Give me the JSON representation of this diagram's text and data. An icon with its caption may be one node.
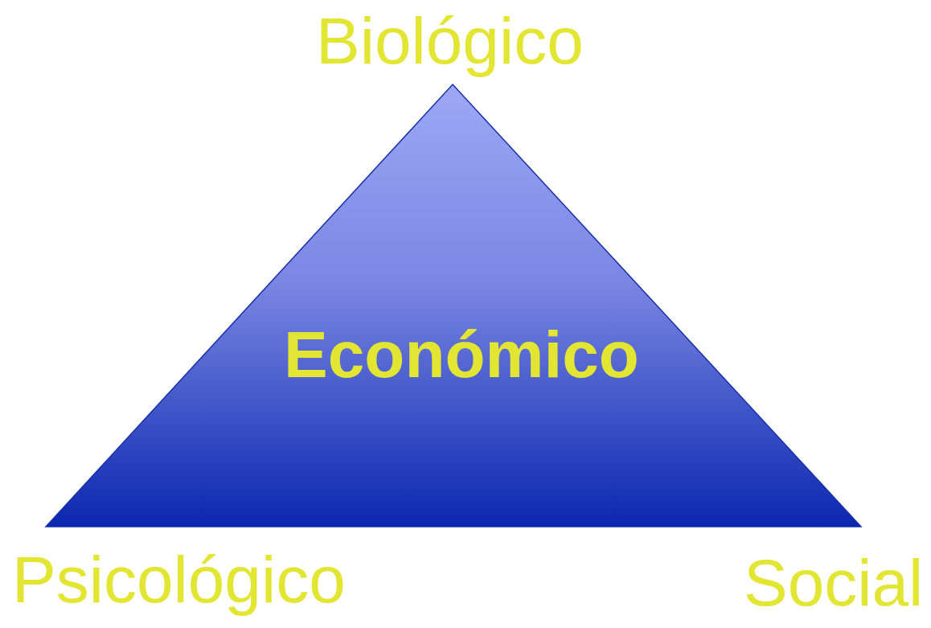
{
  "diagram": {
    "nodes": [
      {
        "text": [
          "Económico"
        ]
      }
    ],
    "labels": [
      "Biológico",
      "Psicológico",
      "Social"
    ]
  }
}
